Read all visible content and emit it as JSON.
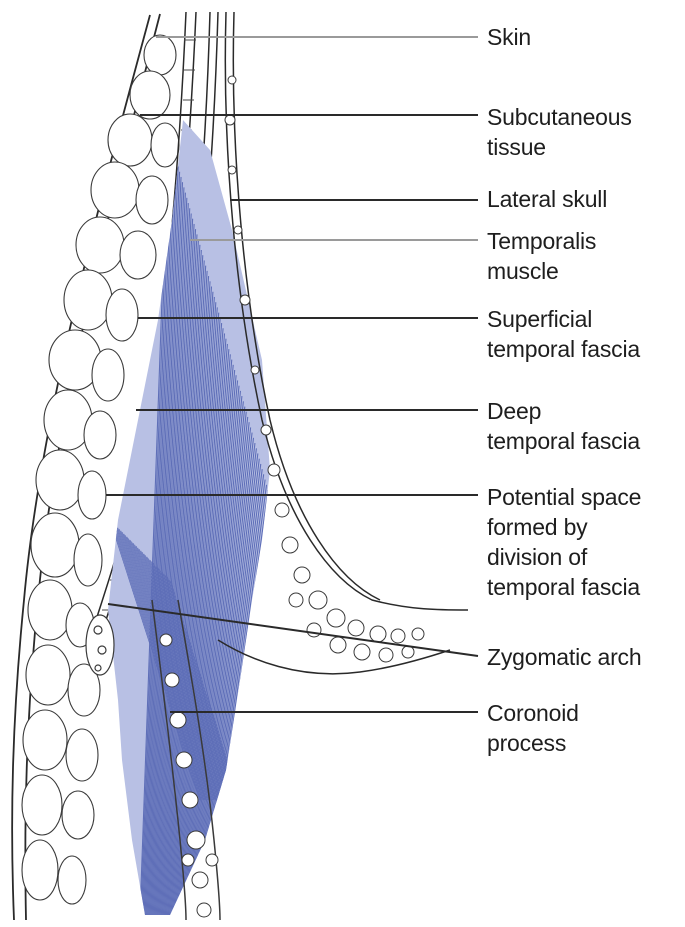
{
  "labels": [
    {
      "key": "skin",
      "text": "Skin"
    },
    {
      "key": "subcutaneous",
      "text": "Subcutaneous\ntissue"
    },
    {
      "key": "lateral-skull",
      "text": "Lateral skull"
    },
    {
      "key": "temporalis",
      "text": "Temporalis\nmuscle"
    },
    {
      "key": "superficial-fascia",
      "text": "Superficial\ntemporal fascia"
    },
    {
      "key": "deep-fascia",
      "text": "Deep\ntemporal fascia"
    },
    {
      "key": "potential-space",
      "text": "Potential space\nformed by\ndivision of\ntemporal fascia"
    },
    {
      "key": "zygomatic-arch",
      "text": "Zygomatic arch"
    },
    {
      "key": "coronoid",
      "text": "Coronoid\nprocess"
    }
  ],
  "colors": {
    "muscle": "#5f6fb8",
    "muscle_light": "#a9b3dc",
    "ink": "#1e1e1e",
    "leader_light": "#9a9a9a"
  }
}
